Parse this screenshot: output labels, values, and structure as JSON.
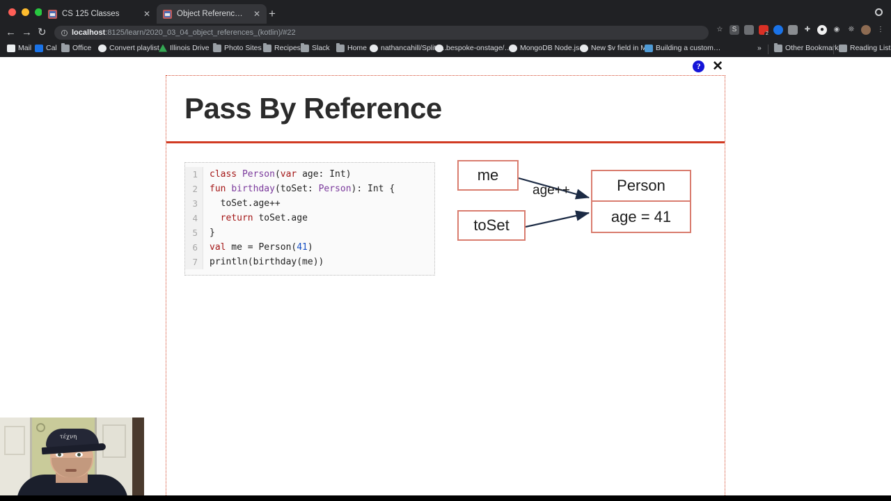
{
  "browser": {
    "tabs": [
      {
        "title": "CS 125 Classes",
        "active": false,
        "close_label": "✕",
        "favicon": "illinois-favicon"
      },
      {
        "title": "Object References (Kotlin)",
        "active": true,
        "close_label": "✕",
        "favicon": "illinois-favicon"
      }
    ],
    "new_tab_label": "+",
    "nav": {
      "back": "←",
      "forward": "→",
      "reload": "↻"
    },
    "omnibox": {
      "info_glyph": "i",
      "host": "localhost",
      "path": ":8125/learn/2020_03_04_object_references_(kotlin)/#22",
      "full_url": "localhost:8125/learn/2020_03_04_object_references_(kotlin)/#22"
    },
    "toolbar_icons": [
      "bookmark-star-icon",
      "s-extension-icon",
      "shield-extension-icon",
      "red-badge-extension-icon",
      "blue-circle-extension-icon",
      "blocked-extension-icon",
      "move-extension-icon",
      "bitwarden-extension-icon",
      "globe-extension-icon",
      "puzzle-extensions-icon",
      "profile-avatar-icon",
      "chrome-menu-icon"
    ],
    "badge_count": "2",
    "bookmarks": [
      {
        "label": "Mail",
        "icon": "gmail-icon"
      },
      {
        "label": "Cal",
        "icon": "calendar-icon"
      },
      {
        "label": "Office",
        "icon": "folder-icon"
      },
      {
        "label": "Convert playlist",
        "icon": "globe-icon"
      },
      {
        "label": "Illinois Drive",
        "icon": "drive-icon"
      },
      {
        "label": "Photo Sites",
        "icon": "folder-icon"
      },
      {
        "label": "Recipes",
        "icon": "folder-icon"
      },
      {
        "label": "Slack",
        "icon": "folder-icon"
      },
      {
        "label": "Home",
        "icon": "folder-icon"
      },
      {
        "label": "nathancahill/Split.j…",
        "icon": "github-icon"
      },
      {
        "label": "bespoke-onstage/…",
        "icon": "github-icon"
      },
      {
        "label": "MongoDB Node.js…",
        "icon": "globe-icon"
      },
      {
        "label": "New $v field in M…",
        "icon": "github-icon"
      },
      {
        "label": "Building a custom…",
        "icon": "code-icon"
      }
    ],
    "bookmarks_overflow": "»",
    "other_bookmarks": {
      "label": "Other Bookmarks",
      "icon": "folder-icon"
    },
    "reading_list": {
      "label": "Reading List",
      "icon": "reading-list-icon"
    }
  },
  "slide_controls": {
    "help_label": "?",
    "close_label": "✕"
  },
  "slide": {
    "title": "Pass By Reference",
    "accent_color": "#d13a22",
    "border_color": "#d4462a",
    "code": {
      "language": "kotlin",
      "lines": [
        {
          "num": "1",
          "tokens": [
            {
              "text": "class ",
              "cls": "k"
            },
            {
              "text": "Person",
              "cls": "t"
            },
            {
              "text": "(",
              "cls": ""
            },
            {
              "text": "var",
              "cls": "k"
            },
            {
              "text": " age: Int)",
              "cls": ""
            }
          ]
        },
        {
          "num": "2",
          "tokens": [
            {
              "text": "fun ",
              "cls": "k"
            },
            {
              "text": "birthday",
              "cls": "t"
            },
            {
              "text": "(toSet: ",
              "cls": ""
            },
            {
              "text": "Person",
              "cls": "t"
            },
            {
              "text": "): Int {",
              "cls": ""
            }
          ]
        },
        {
          "num": "3",
          "tokens": [
            {
              "text": "  toSet.age++",
              "cls": ""
            }
          ]
        },
        {
          "num": "4",
          "tokens": [
            {
              "text": "  ",
              "cls": ""
            },
            {
              "text": "return",
              "cls": "k"
            },
            {
              "text": " toSet.age",
              "cls": ""
            }
          ]
        },
        {
          "num": "5",
          "tokens": [
            {
              "text": "}",
              "cls": ""
            }
          ]
        },
        {
          "num": "6",
          "tokens": [
            {
              "text": "val",
              "cls": "k"
            },
            {
              "text": " me = Person(",
              "cls": ""
            },
            {
              "text": "41",
              "cls": "n"
            },
            {
              "text": ")",
              "cls": ""
            }
          ]
        },
        {
          "num": "7",
          "tokens": [
            {
              "text": "println(birthday(me))",
              "cls": ""
            }
          ]
        }
      ]
    },
    "diagram": {
      "box_border_color": "#d97c6e",
      "arrow_color": "#1b2a44",
      "boxes": [
        {
          "name": "me",
          "label": "me"
        },
        {
          "name": "toSet",
          "label": "toSet"
        },
        {
          "name": "Person",
          "label": "Person"
        },
        {
          "name": "age",
          "label": "age = 41"
        }
      ],
      "edge_label": "age++",
      "arrows": [
        {
          "from": "me",
          "to": "Person"
        },
        {
          "from": "toSet",
          "to": "age"
        }
      ]
    }
  },
  "webcam": {
    "present": true,
    "hat_text": "τέχνη"
  }
}
